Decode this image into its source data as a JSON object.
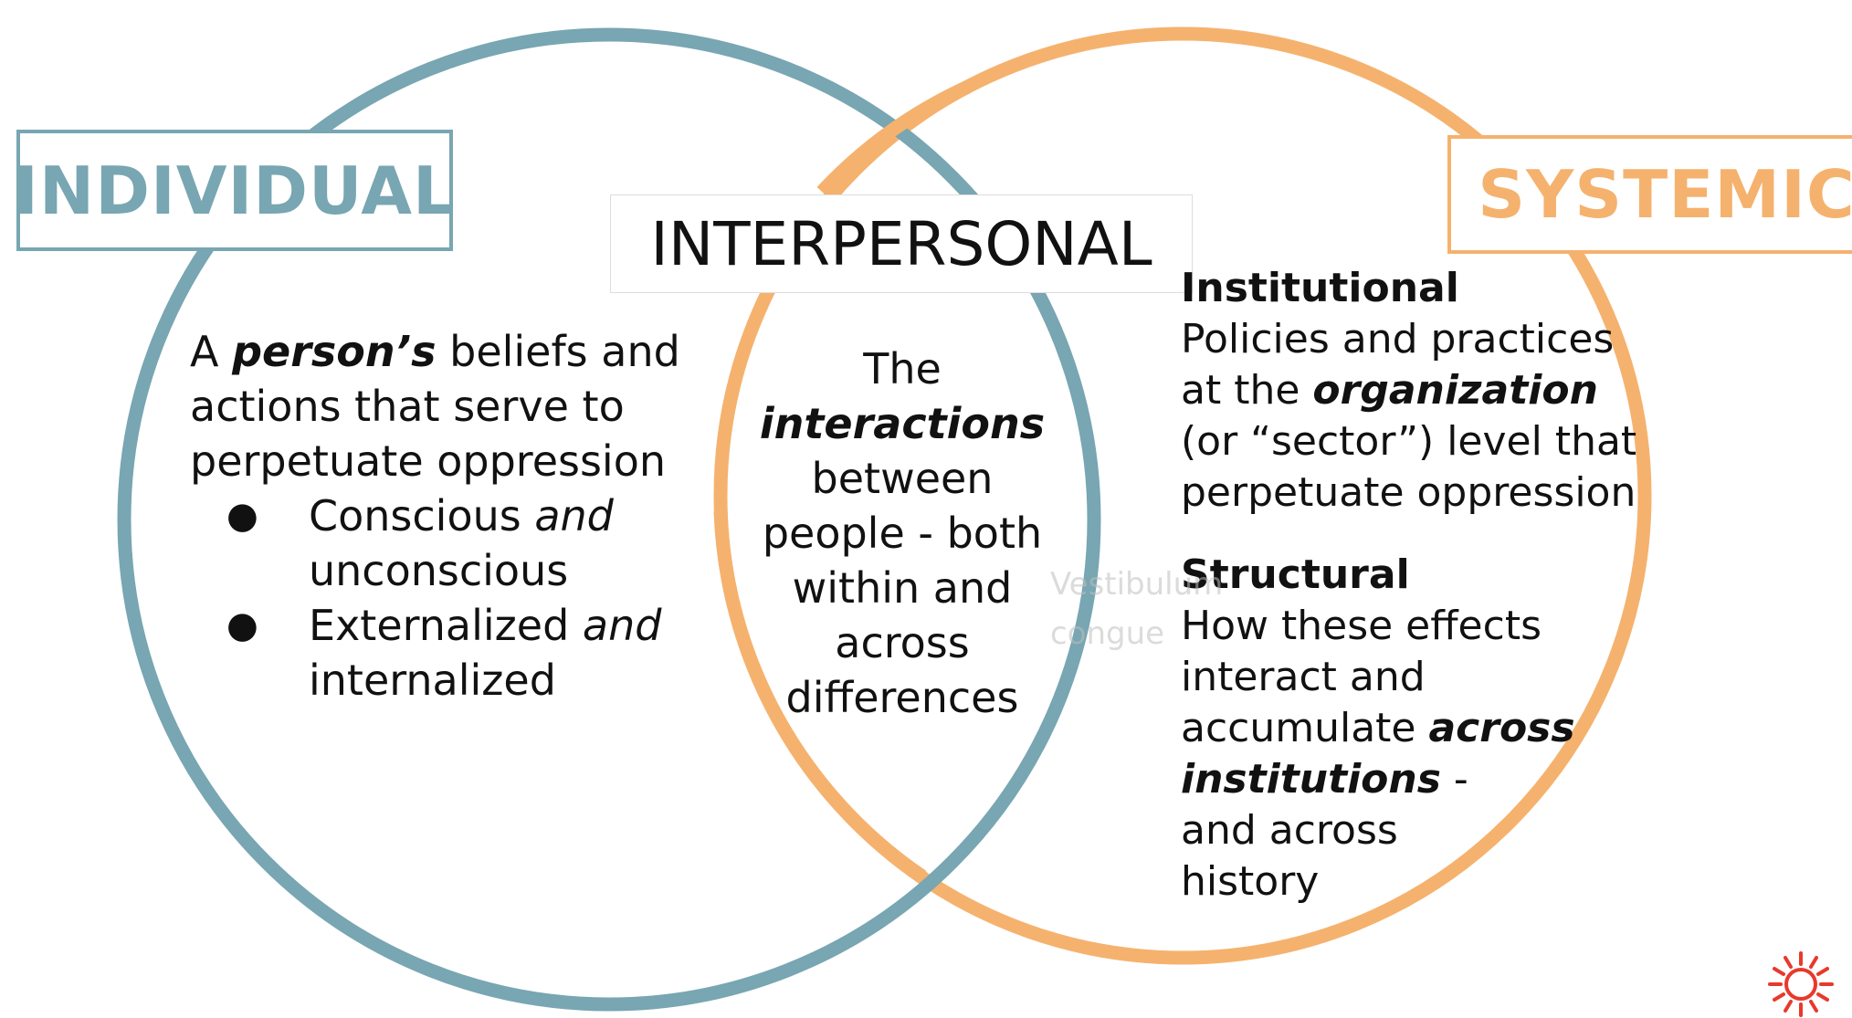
{
  "labels": {
    "individual": "INDIVIDUAL",
    "interpersonal": "INTERPERSONAL",
    "systemic": "SYSTEMIC"
  },
  "individual": {
    "line1_pre": "A ",
    "line1_bold": "person’s",
    "line1_post": " beliefs and",
    "line2": "actions that serve to",
    "line3": "perpetuate oppression",
    "bullets": [
      {
        "pre": "Conscious ",
        "it": "and",
        "line2": "unconscious"
      },
      {
        "pre": "Externalized ",
        "it": "and",
        "line2": "internalized"
      }
    ]
  },
  "interpersonal": {
    "line1": "The",
    "line2_bold": "interactions",
    "line3": "between",
    "line4": "people - both",
    "line5": "within and",
    "line6": "across",
    "line7": "differences"
  },
  "systemic": {
    "institutional": {
      "heading": "Institutional",
      "line1": "Policies and practices",
      "line2_pre": "at the ",
      "line2_bold": "organization",
      "line3": "(or “sector”) level that",
      "line4": "perpetuate oppression"
    },
    "structural": {
      "heading": "Structural",
      "line1": "How these effects",
      "line2": "interact and",
      "line3_pre": "accumulate ",
      "line3_bold": "across",
      "line4_bold": "institutions",
      "line4_post": " -",
      "line5": "and across",
      "line6": "history"
    }
  },
  "watermark": {
    "line1": "Vestibulum",
    "line2": "congue"
  },
  "colors": {
    "individual": "#78a6b2",
    "systemic": "#f5b26e",
    "logo": "#e8392d"
  },
  "icons": {
    "logo": "sun-burst-icon"
  }
}
